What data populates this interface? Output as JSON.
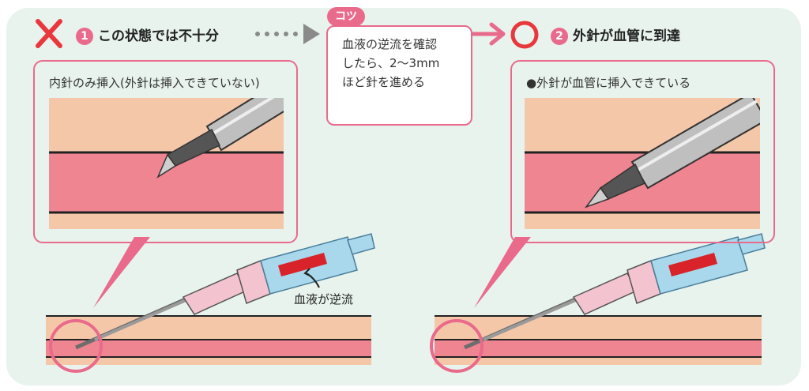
{
  "colors": {
    "accent": "#e96a8b",
    "background": "#e8f3ee",
    "skin": "#f5c7a9",
    "vessel": "#ef8590",
    "catheter": "#a9d8ec",
    "hub_pink": "#f3c3cf",
    "blood": "#d8232a"
  },
  "left": {
    "status_icon": "cross-icon",
    "number": "1",
    "heading": "この状態では不十分",
    "callout_text": "内針のみ挿入(外針は挿入できていない)",
    "flow_label": "血液が逆流"
  },
  "tip": {
    "tag": "コツ",
    "text": "血液の逆流を確認\nしたら、2〜3mm\nほど針を進める"
  },
  "right": {
    "status_icon": "circle-icon",
    "number": "2",
    "heading": "外針が血管に到達",
    "callout_text": "●外針が血管に挿入できている"
  }
}
